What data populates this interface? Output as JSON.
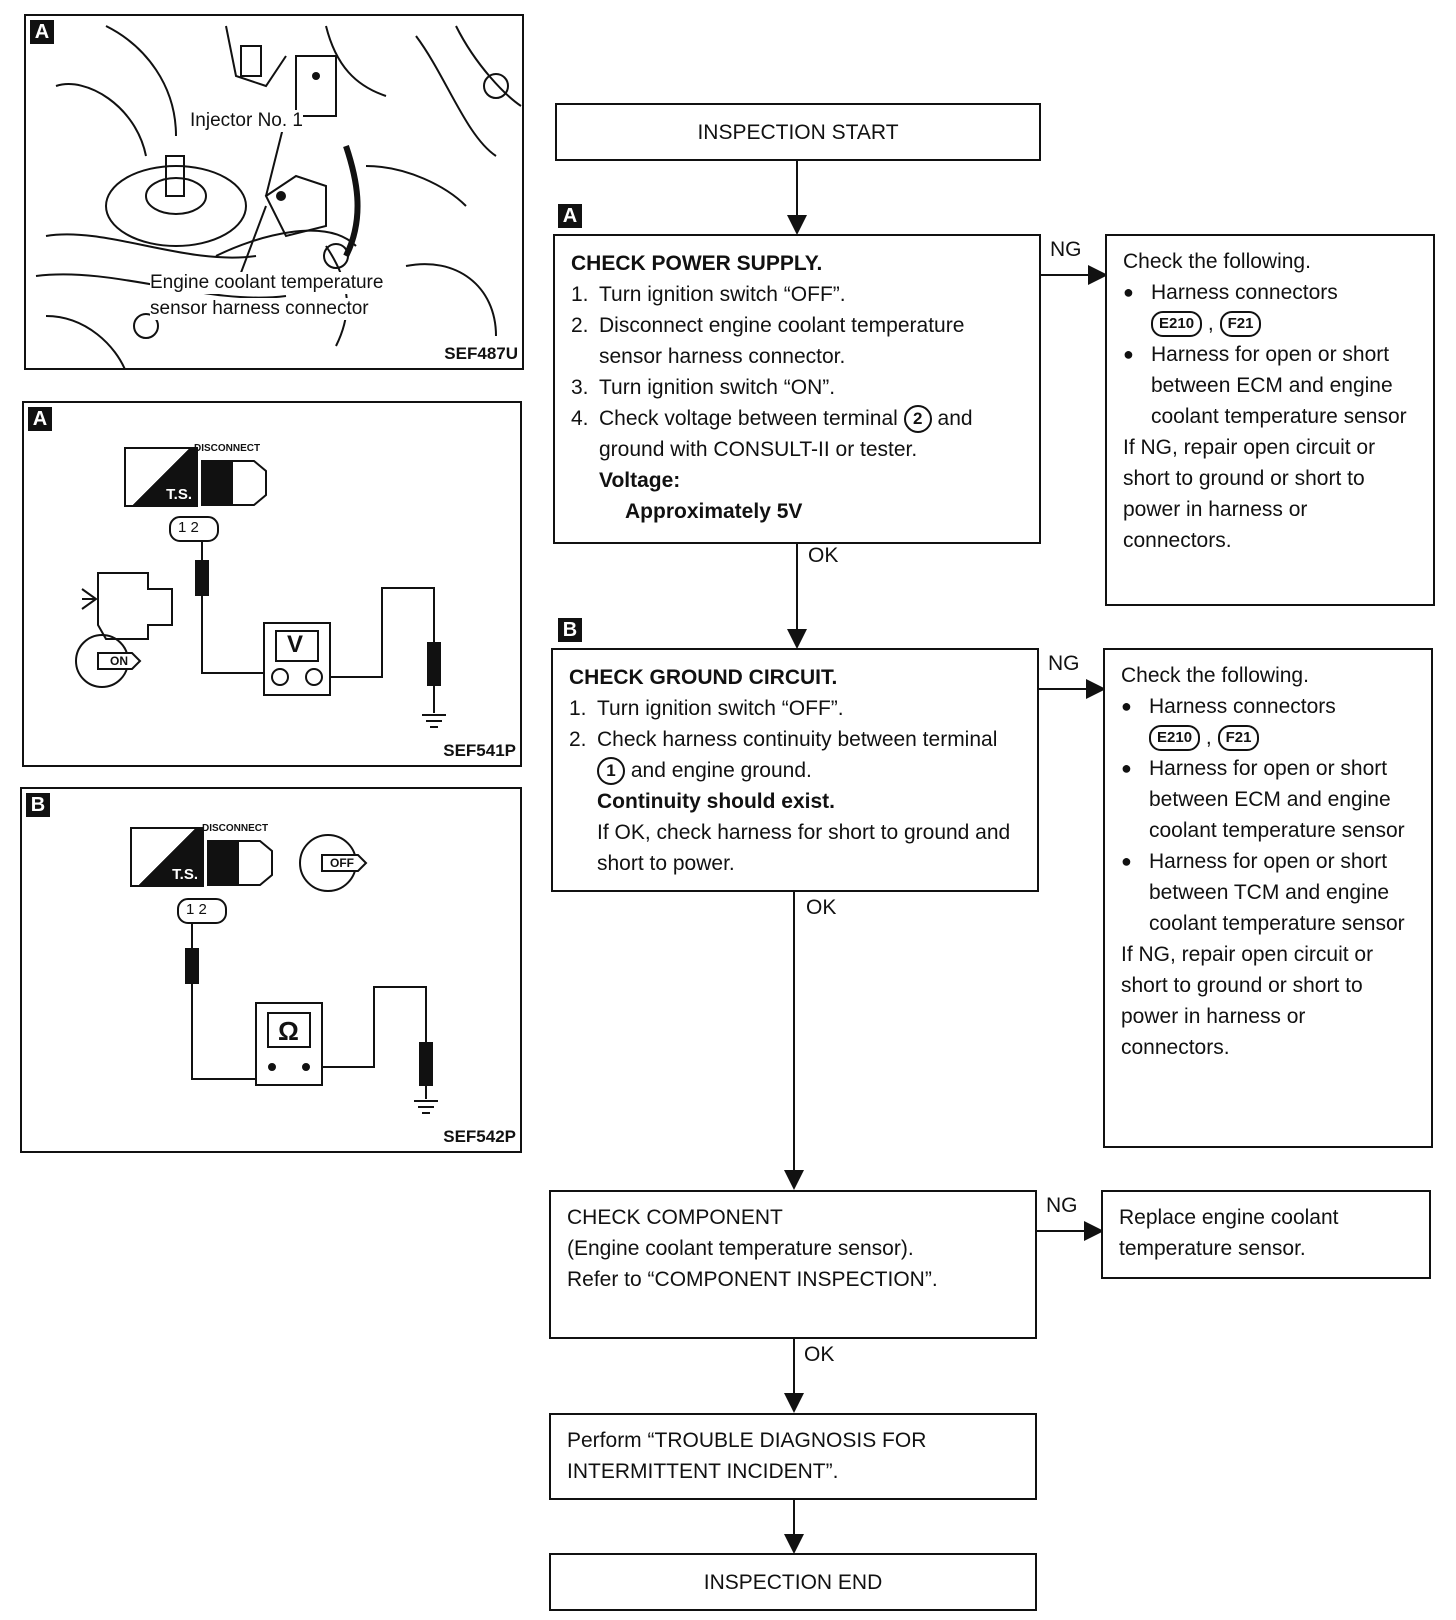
{
  "panels": {
    "a_photo": {
      "tag": "A",
      "label_injector": "Injector No. 1",
      "label_sensor_1": "Engine coolant temperature",
      "label_sensor_2": "sensor harness connector",
      "code": "SEF487U"
    },
    "a_test": {
      "tag": "A",
      "disconnect": "DISCONNECT",
      "ts": "T.S.",
      "pins": "1 2",
      "meter": "V",
      "key": "ON",
      "code": "SEF541P"
    },
    "b_test": {
      "tag": "B",
      "disconnect": "DISCONNECT",
      "ts": "T.S.",
      "pins": "1 2",
      "meter": "Ω",
      "key": "OFF",
      "code": "SEF542P"
    }
  },
  "flow": {
    "start": "INSPECTION START",
    "step_a": {
      "tag": "A",
      "title": "CHECK POWER SUPPLY.",
      "items": [
        {
          "n": "1.",
          "text": "Turn ignition switch “OFF”."
        },
        {
          "n": "2.",
          "text": "Disconnect engine coolant temperature sensor harness connector."
        },
        {
          "n": "3.",
          "text": "Turn ignition switch “ON”."
        },
        {
          "n": "4.",
          "text_pre": "Check voltage between terminal",
          "terminal": "2",
          "text_post": "and ground with CONSULT-II or tester."
        }
      ],
      "voltage_label": "Voltage:",
      "voltage_value": "Approximately 5V",
      "ng": "NG",
      "ok": "OK",
      "ng_box": {
        "title": "Check the following.",
        "b1": "Harness connectors",
        "conn1": "E210",
        "conn_sep": ",",
        "conn2": "F21",
        "b2": "Harness for open or short between ECM and engine coolant temperature sensor",
        "footer": "If NG, repair open circuit or short to ground or short to power in harness or connectors."
      }
    },
    "step_b": {
      "tag": "B",
      "title": "CHECK GROUND CIRCUIT.",
      "items": [
        {
          "n": "1.",
          "text": "Turn ignition switch “OFF”."
        },
        {
          "n": "2.",
          "text_pre": "Check harness continuity between terminal",
          "terminal": "1",
          "text_post": "and engine ground."
        }
      ],
      "continuity": "Continuity should exist.",
      "note": "If OK, check harness for short to ground and short to power.",
      "ng": "NG",
      "ok": "OK",
      "ng_box": {
        "title": "Check the following.",
        "b1": "Harness connectors",
        "conn1": "E210",
        "conn_sep": ",",
        "conn2": "F21",
        "b2": "Harness for open or short between ECM and engine coolant temperature sensor",
        "b3": "Harness for open or short between TCM and engine coolant temperature sensor",
        "footer": "If NG, repair open circuit or short to ground or short to power in harness or connectors."
      }
    },
    "step_c": {
      "line1": "CHECK COMPONENT",
      "line2": "(Engine coolant temperature sensor).",
      "line3": "Refer to “COMPONENT INSPECTION”.",
      "ng": "NG",
      "ok": "OK",
      "ng_box": "Replace engine coolant temperature sensor."
    },
    "perform": "Perform “TROUBLE DIAGNOSIS FOR INTERMITTENT INCIDENT”.",
    "end": "INSPECTION END"
  }
}
